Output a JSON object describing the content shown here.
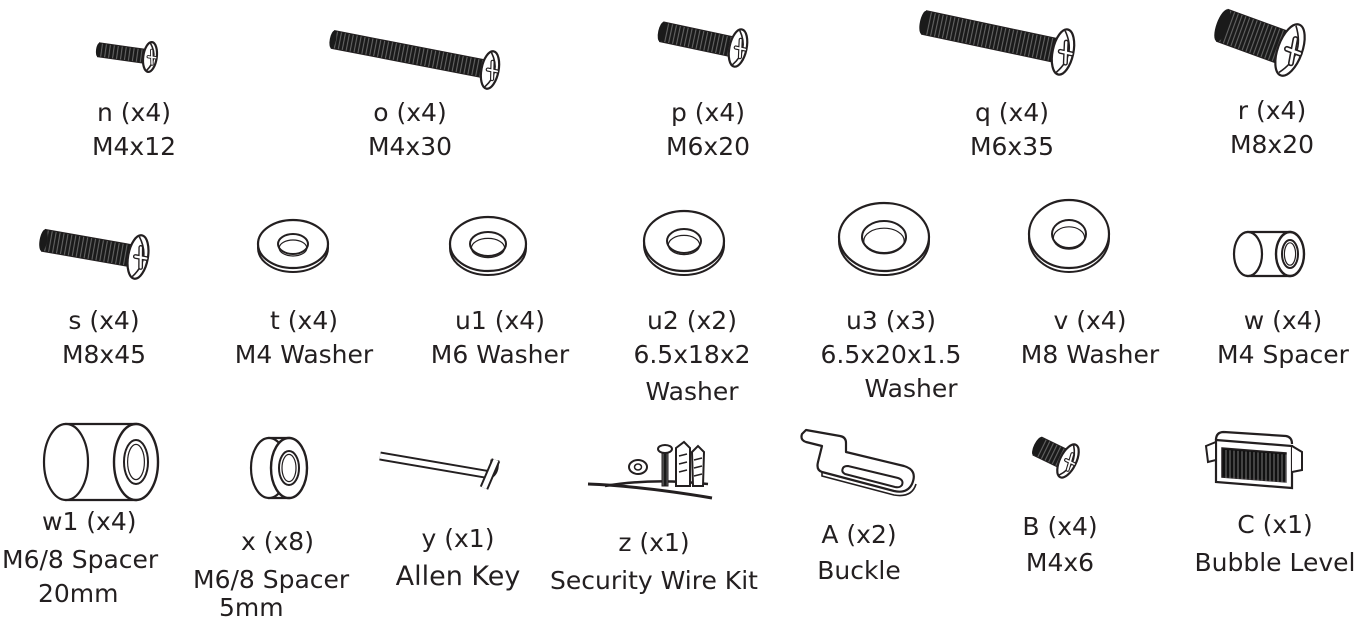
{
  "parts": [
    {
      "id": "n",
      "name": "n (x4)",
      "lines": [
        "M4x12"
      ]
    },
    {
      "id": "o",
      "name": "o (x4)",
      "lines": [
        "M4x30"
      ]
    },
    {
      "id": "p",
      "name": "p (x4)",
      "lines": [
        "M6x20"
      ]
    },
    {
      "id": "q",
      "name": "q (x4)",
      "lines": [
        "M6x35"
      ]
    },
    {
      "id": "r",
      "name": "r (x4)",
      "lines": [
        "M8x20"
      ]
    },
    {
      "id": "s",
      "name": "s (x4)",
      "lines": [
        "M8x45"
      ]
    },
    {
      "id": "t",
      "name": "t (x4)",
      "lines": [
        "M4 Washer"
      ]
    },
    {
      "id": "u1",
      "name": "u1 (x4)",
      "lines": [
        "M6 Washer"
      ]
    },
    {
      "id": "u2",
      "name": "u2 (x2)",
      "lines": [
        "6.5x18x2",
        "Washer"
      ]
    },
    {
      "id": "u3",
      "name": "u3 (x3)",
      "lines": [
        "6.5x20x1.5",
        "Washer"
      ]
    },
    {
      "id": "v",
      "name": "v (x4)",
      "lines": [
        "M8 Washer"
      ]
    },
    {
      "id": "w",
      "name": "w (x4)",
      "lines": [
        "M4 Spacer"
      ]
    },
    {
      "id": "w1",
      "name": "w1 (x4)",
      "lines": [
        "M6/8 Spacer",
        "20mm"
      ]
    },
    {
      "id": "x",
      "name": "x (x8)",
      "lines": [
        "M6/8 Spacer",
        "5mm"
      ]
    },
    {
      "id": "y",
      "name": "y (x1)",
      "lines": [
        "Allen Key"
      ]
    },
    {
      "id": "z",
      "name": "z (x1)",
      "lines": [
        "Security Wire Kit"
      ]
    },
    {
      "id": "A",
      "name": "A (x2)",
      "lines": [
        "Buckle"
      ]
    },
    {
      "id": "B",
      "name": "B (x4)",
      "lines": [
        "M4x6"
      ]
    },
    {
      "id": "C",
      "name": "C (x1)",
      "lines": [
        "Bubble Level"
      ]
    }
  ]
}
